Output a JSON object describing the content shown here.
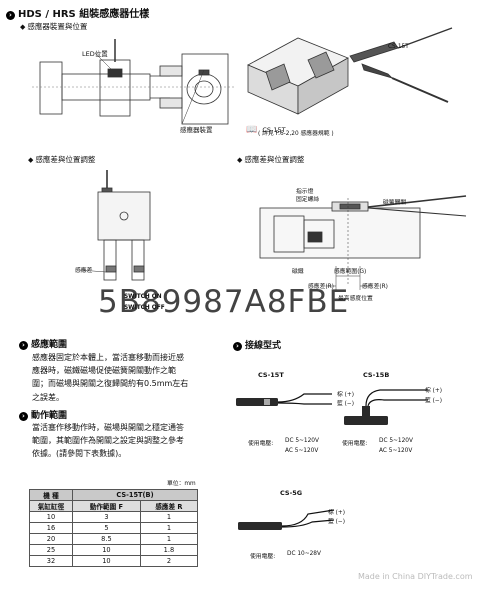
{
  "title": "HDS / HRS 組裝感應器仕樣",
  "section1": {
    "heading": "感應器裝置與位置"
  },
  "section2": {
    "heading": "感應差與位置調整"
  },
  "section3": {
    "heading": "感應差與位置調整"
  },
  "labels": {
    "led": "LED位置",
    "sensor_device": "感應器裝置",
    "cs15t_tag": "CS-15T",
    "cs15t_ref_name": "CS-15T",
    "cs15t_ref_detail": "( 詳見 P.6-2,20 感應器規範 )",
    "cs15t_diag": "CS-15T",
    "indicator_lamp": "指示燈",
    "fixing_screw": "固定螺絲",
    "magnetic_switch": "磁簧開關",
    "magnet": "磁鐵",
    "sensing_range_g": "感應範圍(G)",
    "sensing_diff_r_left": "感應差(R)",
    "sensing_diff_r_right": "感應差(R)",
    "max_sensitivity_pos": "最高感度位置",
    "sensing_diff_diag": "感應差",
    "switch_on": "SWITCH ON",
    "switch_off": "SWITCH OFF"
  },
  "watermark": "5B89987A8FBE",
  "sensing_range": {
    "heading": "感應範圍",
    "text": "感應器固定於本體上，當活塞移動而接近感應器時，磁鐵磁場促使磁簧開關動作之範圍；而磁場與開關之復歸間約有0.5mm左右之誤差。"
  },
  "action_range": {
    "heading": "動作範圍",
    "text": "當活塞作移動作時，磁場與開關之穩定通答範圍，其範圍作為開關之設定與調整之參考依據。(請參閱下表數據)。"
  },
  "table": {
    "unit": "單位：mm",
    "header1": {
      "model": "機 種",
      "product": "CS-15T(B)"
    },
    "header2": {
      "bore": "氣缸缸徑",
      "range": "動作範圍 F",
      "diff": "感應差 R"
    },
    "rows": [
      [
        "10",
        "3",
        "1"
      ],
      [
        "16",
        "5",
        "1"
      ],
      [
        "20",
        "8.5",
        "1"
      ],
      [
        "25",
        "10",
        "1.8"
      ],
      [
        "32",
        "10",
        "2"
      ]
    ]
  },
  "wiring": {
    "heading": "接線型式",
    "cs15t": {
      "name": "CS-15T",
      "brown": "棕 (+)",
      "blue": "藍 (−)",
      "volt_label": "使用電壓:",
      "dc": "DC 5~120V",
      "ac": "AC 5~120V"
    },
    "cs15b": {
      "name": "CS-15B",
      "brown": "棕 (+)",
      "blue": "藍 (−)",
      "volt_label": "使用電壓:",
      "dc": "DC 5~120V",
      "ac": "AC 5~120V"
    },
    "cs5g": {
      "name": "CS-5G",
      "brown": "棕 (+)",
      "blue": "藍 (−)",
      "volt_label": "使用電壓:",
      "dc": "DC 10~28V"
    }
  },
  "footer_watermark": "Made in China DIYTrade.com",
  "colors": {
    "text": "#111111",
    "table_head": "#c9c9c9"
  }
}
